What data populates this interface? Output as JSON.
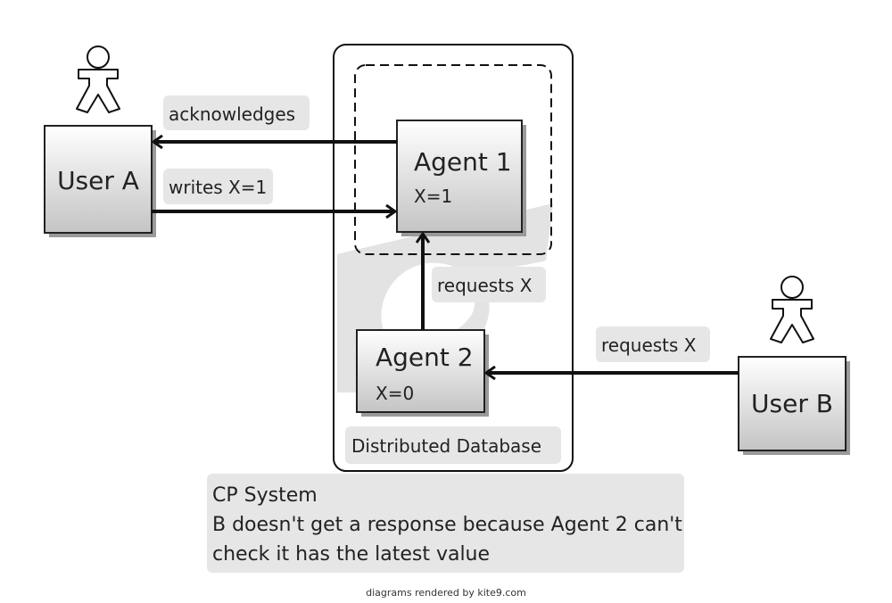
{
  "diagram": {
    "users": {
      "user_a": "User A",
      "user_b": "User B"
    },
    "agents": {
      "agent_1": {
        "name": "Agent 1",
        "value": "X=1"
      },
      "agent_2": {
        "name": "Agent 2",
        "value": "X=0"
      }
    },
    "container_label": "Distributed Database",
    "edges": {
      "acknowledges": "acknowledges",
      "writes": "writes X=1",
      "agent_requests": "requests X",
      "user_b_requests": "requests X"
    },
    "note": {
      "title": "CP System",
      "line_1": "B doesn't get a response because Agent 2 can't",
      "line_2": "check it has the latest value"
    },
    "footer": "diagrams rendered by kite9.com"
  }
}
